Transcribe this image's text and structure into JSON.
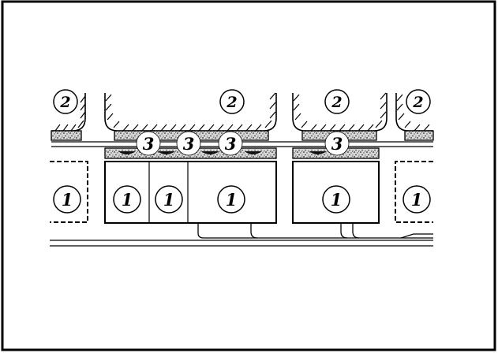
{
  "diagram": {
    "type": "cross-section schematic",
    "labels": {
      "unit": "1",
      "wall": "2",
      "seal": "3"
    },
    "units_1": [
      {
        "id": "unit-left-partial",
        "label": "1",
        "style": "dashed"
      },
      {
        "id": "unit-a",
        "label": "1",
        "style": "solid"
      },
      {
        "id": "unit-b",
        "label": "1",
        "style": "solid"
      },
      {
        "id": "unit-c",
        "label": "1",
        "style": "solid"
      },
      {
        "id": "unit-d",
        "label": "1",
        "style": "solid"
      },
      {
        "id": "unit-right-partial",
        "label": "1",
        "style": "dashed"
      }
    ],
    "walls_2": [
      {
        "id": "wall-left",
        "label": "2"
      },
      {
        "id": "wall-center",
        "label": "2"
      },
      {
        "id": "wall-right",
        "label": "2"
      },
      {
        "id": "wall-far-right",
        "label": "2"
      }
    ],
    "seals_3": [
      {
        "id": "seal-1",
        "label": "3"
      },
      {
        "id": "seal-2",
        "label": "3"
      },
      {
        "id": "seal-3",
        "label": "3"
      },
      {
        "id": "seal-4",
        "label": "3"
      }
    ],
    "colors": {
      "stroke": "#000000",
      "background": "#ffffff",
      "fill_speckle": "#b8b8b8"
    }
  }
}
